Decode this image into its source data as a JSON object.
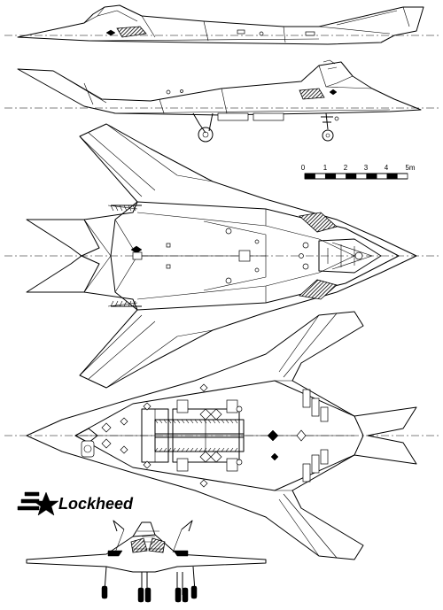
{
  "logo": {
    "text": "Lockheed"
  },
  "scale_bar": {
    "ticks": [
      "0",
      "1",
      "2",
      "3",
      "4",
      "5m"
    ]
  },
  "views": {
    "side_top": "side-view-upper",
    "side_gear": "side-view-gear-down",
    "plan_top": "plan-view-top",
    "plan_bottom": "plan-view-underside",
    "front": "front-view"
  },
  "colors": {
    "ink": "#000000",
    "paper": "#ffffff"
  }
}
